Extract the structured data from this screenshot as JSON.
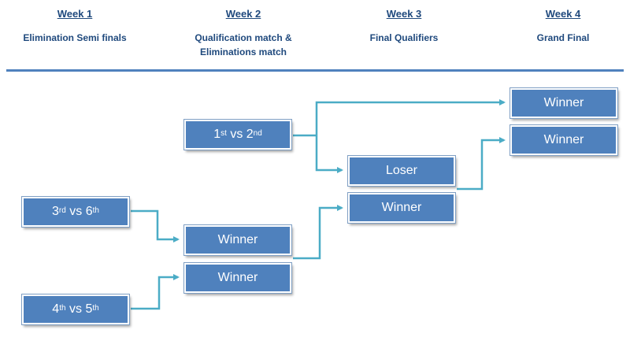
{
  "header": {
    "weeks": [
      {
        "title": "Week 1",
        "subtitle": "Elimination Semi finals"
      },
      {
        "title": "Week 2",
        "subtitle": "Qualification match & Eliminations match"
      },
      {
        "title": "Week 3",
        "subtitle": "Final Qualifiers"
      },
      {
        "title": "Week 4",
        "subtitle": "Grand Final"
      }
    ]
  },
  "bracket": {
    "first_vs_second": {
      "a": "1",
      "a_sup": "st",
      "mid": " vs ",
      "b": "2",
      "b_sup": "nd"
    },
    "third_vs_sixth": {
      "a": "3",
      "a_sup": "rd",
      "mid": " vs ",
      "b": "6",
      "b_sup": "th"
    },
    "fourth_vs_fifth": {
      "a": "4",
      "a_sup": "th",
      "mid": " vs ",
      "b": "5",
      "b_sup": "th"
    },
    "week2_winner_top": "Winner",
    "week2_winner_bottom": "Winner",
    "week3_loser": "Loser",
    "week3_winner": "Winner",
    "week4_winner_top": "Winner",
    "week4_winner_bottom": "Winner"
  },
  "colors": {
    "box_fill": "#4f81bd",
    "connector": "#4bacc6",
    "header_text": "#1f497d"
  }
}
